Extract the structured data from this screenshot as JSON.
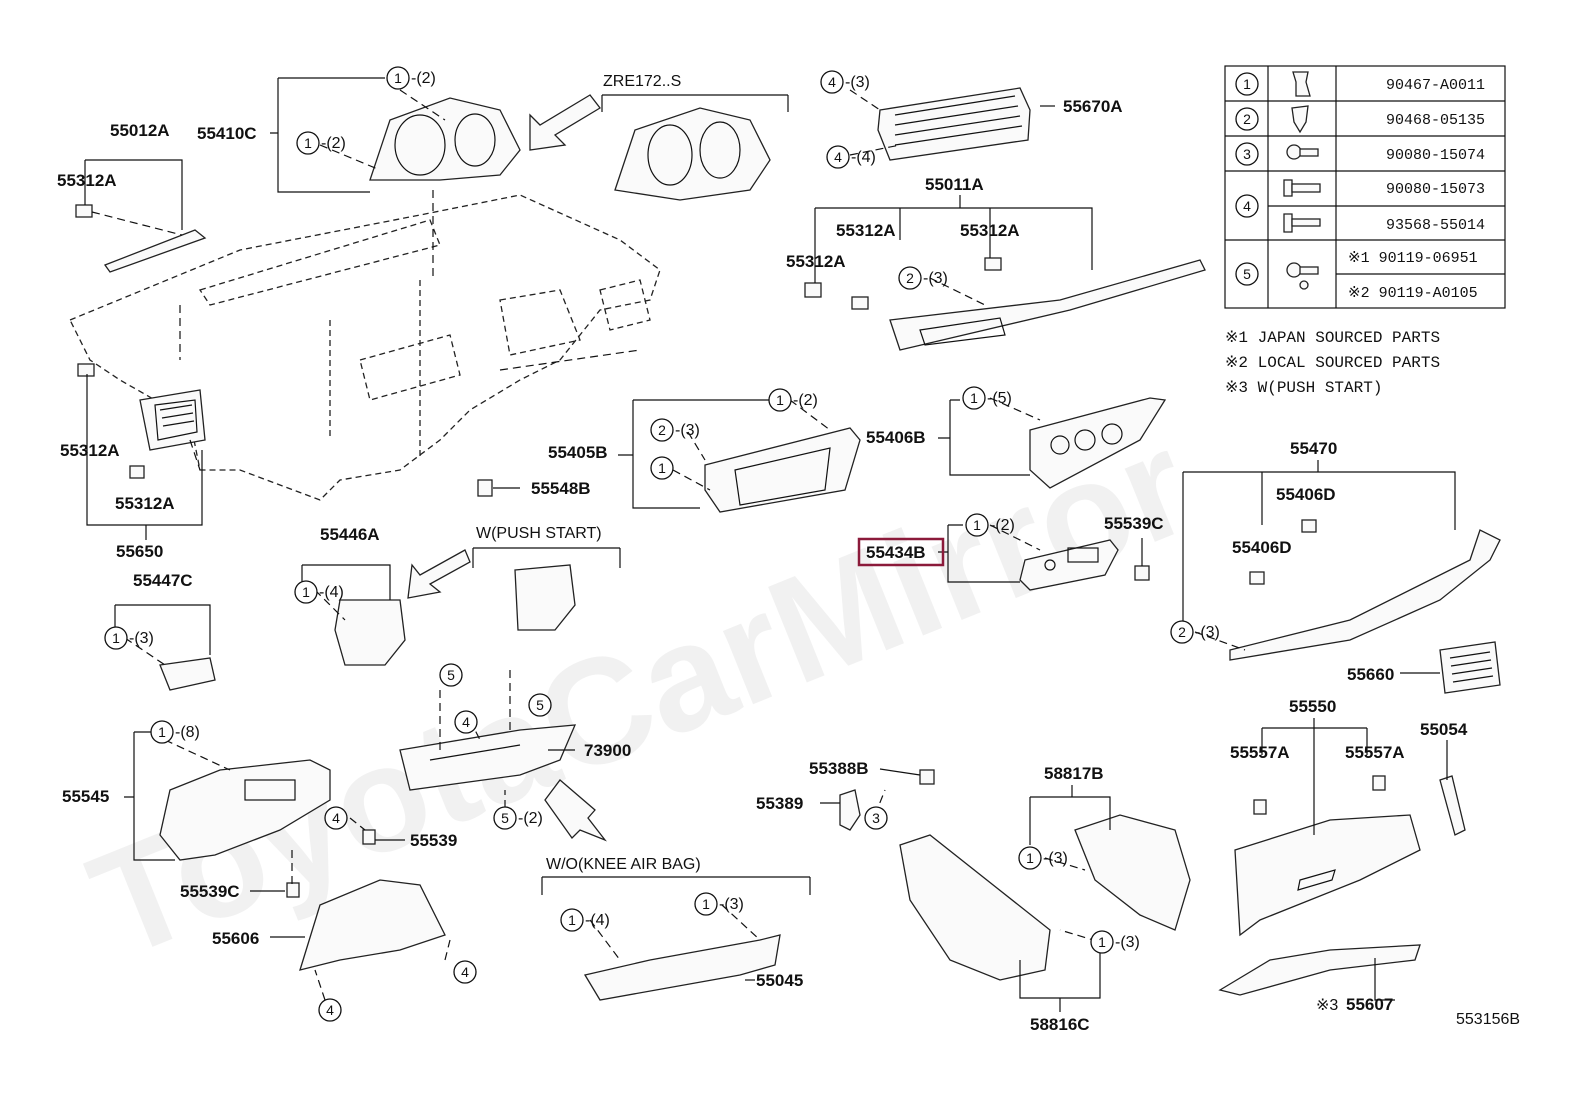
{
  "watermark": "ToyotaCarMirror",
  "highlight_color": "#8b1a3a",
  "figure_code": "553156B",
  "callouts": {
    "c55012A": "55012A",
    "c55312A_tl": "55312A",
    "c55410C": "55410C",
    "cZRE": "ZRE172..S",
    "c55670A": "55670A",
    "c55011A": "55011A",
    "c55312A_m1": "55312A",
    "c55312A_m2": "55312A",
    "c55312A_m3": "55312A",
    "c55312A_l1": "55312A",
    "c55312A_l2": "55312A",
    "c55650": "55650",
    "c55405B": "55405B",
    "c55548B": "55548B",
    "c55406B": "55406B",
    "c55470": "55470",
    "c55406D_1": "55406D",
    "c55406D_2": "55406D",
    "c55434B": "55434B",
    "c55539C_r": "55539C",
    "c55446A": "55446A",
    "cWPS": "W(PUSH START)",
    "c55447C": "55447C",
    "c55660": "55660",
    "c73900": "73900",
    "c55545": "55545",
    "c55539": "55539",
    "c55539C_l": "55539C",
    "c55606": "55606",
    "c55388B": "55388B",
    "c55389": "55389",
    "c58817B": "58817B",
    "c58816C": "58816C",
    "cWOKAB": "W/O(KNEE AIR BAG)",
    "c55045": "55045",
    "c55550": "55550",
    "c55557A_1": "55557A",
    "c55557A_2": "55557A",
    "c55054": "55054",
    "c55607": "55607",
    "c55607_mark": "※3"
  },
  "fastener_table": {
    "rows": [
      {
        "num": "1",
        "part": "90467-A0011",
        "icon": "clip-icon"
      },
      {
        "num": "2",
        "part": "90468-05135",
        "icon": "clip-icon"
      },
      {
        "num": "3",
        "part": "90080-15074",
        "icon": "screw-icon"
      },
      {
        "num": "4",
        "part": "90080-15073",
        "icon": "bolt-icon"
      },
      {
        "num": "",
        "part": "93568-55014",
        "icon": "bolt-icon"
      },
      {
        "num": "5",
        "part": "※1 90119-06951",
        "icon": "screw-icon"
      },
      {
        "num": "",
        "part": "※2 90119-A0105",
        "icon": ""
      }
    ]
  },
  "notes": [
    "※1 JAPAN SOURCED PARTS",
    "※2 LOCAL SOURCED PARTS",
    "※3 W(PUSH START)"
  ],
  "fastener_refs": {
    "r1": {
      "n": "1",
      "q": "-(2)"
    },
    "r2": {
      "n": "1",
      "q": "-(2)"
    },
    "r3": {
      "n": "4",
      "q": "-(3)"
    },
    "r4": {
      "n": "4",
      "q": "-(4)"
    },
    "r5": {
      "n": "2",
      "q": "-(3)"
    },
    "r6": {
      "n": "1",
      "q": "-(2)"
    },
    "r7": {
      "n": "2",
      "q": "-(3)"
    },
    "r8": {
      "n": "1",
      "q": ""
    },
    "r9": {
      "n": "1",
      "q": "-(5)"
    },
    "r10": {
      "n": "1",
      "q": "-(2)"
    },
    "r11": {
      "n": "1",
      "q": "-(4)"
    },
    "r12": {
      "n": "1",
      "q": "-(3)"
    },
    "r13": {
      "n": "2",
      "q": "-(3)"
    },
    "r14": {
      "n": "5",
      "q": ""
    },
    "r15": {
      "n": "5",
      "q": ""
    },
    "r16": {
      "n": "4",
      "q": ""
    },
    "r17": {
      "n": "1",
      "q": "-(8)"
    },
    "r18": {
      "n": "4",
      "q": ""
    },
    "r19": {
      "n": "5",
      "q": "-(2)"
    },
    "r20": {
      "n": "4",
      "q": ""
    },
    "r21": {
      "n": "4",
      "q": ""
    },
    "r22": {
      "n": "3",
      "q": ""
    },
    "r23": {
      "n": "1",
      "q": "-(3)"
    },
    "r24": {
      "n": "1",
      "q": "-(3)"
    },
    "r25": {
      "n": "1",
      "q": "-(4)"
    },
    "r26": {
      "n": "1",
      "q": "-(3)"
    }
  }
}
